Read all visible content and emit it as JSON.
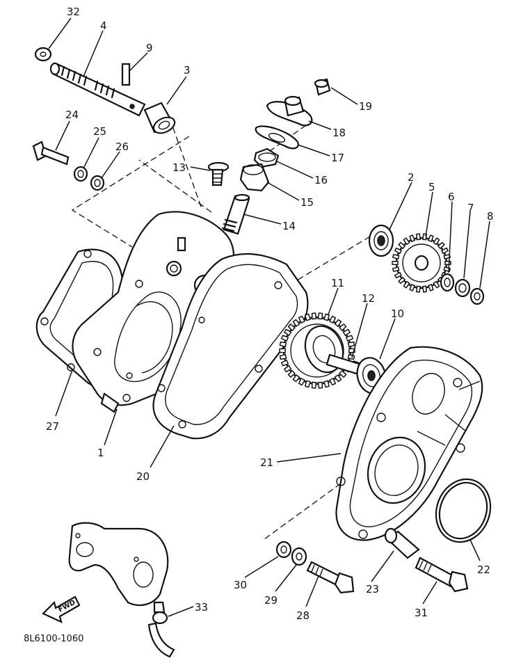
{
  "callouts": [
    "32",
    "4",
    "9",
    "3",
    "24",
    "25",
    "26",
    "13",
    "19",
    "18",
    "17",
    "16",
    "15",
    "14",
    "2",
    "5",
    "6",
    "7",
    "8",
    "11",
    "12",
    "10",
    "27",
    "1",
    "20",
    "21",
    "22",
    "30",
    "29",
    "28",
    "23",
    "31",
    "33"
  ],
  "arrow_text": "FWD",
  "drawing_code": "8L6100-1060"
}
